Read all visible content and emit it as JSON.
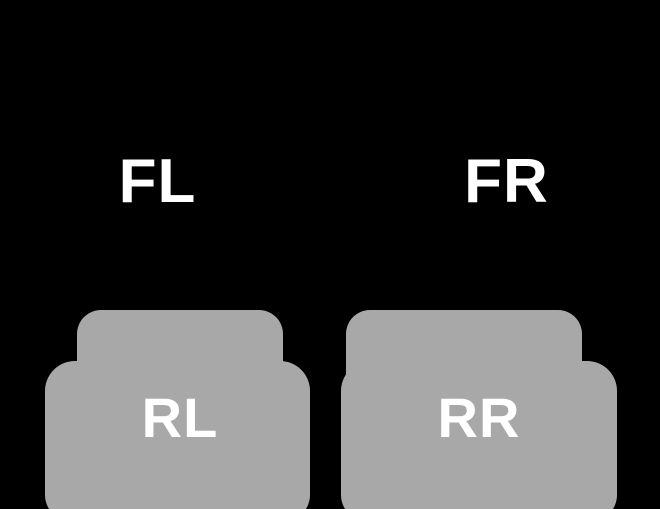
{
  "colors": {
    "background": "#000000",
    "mat": "#a8a8a8",
    "label_text": "#ffffff"
  },
  "labels": {
    "front_left": "FL",
    "front_right": "FR",
    "rear_left": "RL",
    "rear_right": "RR"
  }
}
